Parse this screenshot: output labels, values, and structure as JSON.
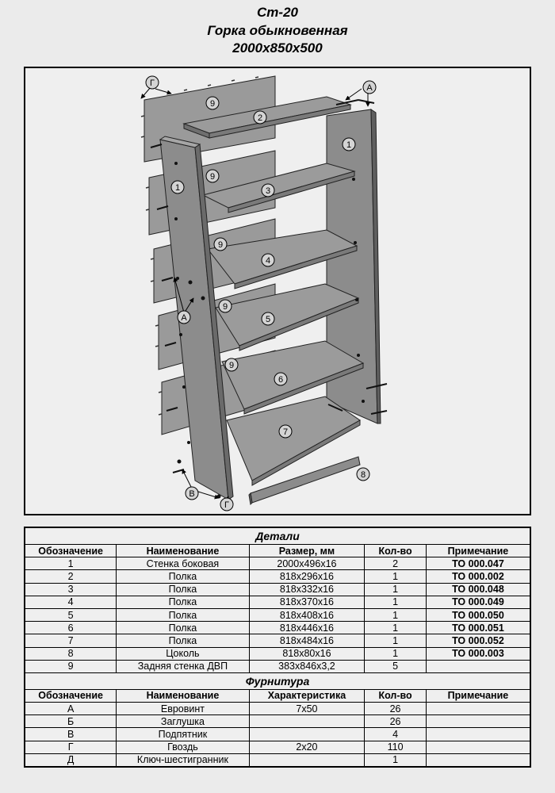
{
  "header": {
    "code": "Ст-20",
    "name": "Горка обыкновенная",
    "size": "2000x850x500"
  },
  "diagram": {
    "part_labels": {
      "p1": "1",
      "p2": "2",
      "p3": "3",
      "p4": "4",
      "p5": "5",
      "p6": "6",
      "p7": "7",
      "p8": "8",
      "p9": "9"
    },
    "hardware_labels": {
      "a": "А",
      "v": "В",
      "g": "Г"
    },
    "colors": {
      "wood": "#8c8c8c",
      "wood_dark": "#6f6f6f",
      "wood_light": "#a6a6a6",
      "panel": "#9a9a9a"
    }
  },
  "details": {
    "title": "Детали",
    "headers": [
      "Обозначение",
      "Наименование",
      "Размер, мм",
      "Кол-во",
      "Примечание"
    ],
    "rows": [
      [
        "1",
        "Стенка боковая",
        "2000x496x16",
        "2",
        "ТО 000.047"
      ],
      [
        "2",
        "Полка",
        "818x296x16",
        "1",
        "ТО 000.002"
      ],
      [
        "3",
        "Полка",
        "818x332x16",
        "1",
        "ТО 000.048"
      ],
      [
        "4",
        "Полка",
        "818x370x16",
        "1",
        "ТО 000.049"
      ],
      [
        "5",
        "Полка",
        "818x408x16",
        "1",
        "ТО 000.050"
      ],
      [
        "6",
        "Полка",
        "818x446x16",
        "1",
        "ТО 000.051"
      ],
      [
        "7",
        "Полка",
        "818x484x16",
        "1",
        "ТО 000.052"
      ],
      [
        "8",
        "Цоколь",
        "818x80x16",
        "1",
        "ТО 000.003"
      ],
      [
        "9",
        "Задняя стенка ДВП",
        "383x846x3,2",
        "5",
        ""
      ]
    ]
  },
  "hardware": {
    "title": "Фурнитура",
    "headers": [
      "Обозначение",
      "Наименование",
      "Характеристика",
      "Кол-во",
      "Примечание"
    ],
    "rows": [
      [
        "А",
        "Евровинт",
        "7x50",
        "26",
        ""
      ],
      [
        "Б",
        "Заглушка",
        "",
        "26",
        ""
      ],
      [
        "В",
        "Подпятник",
        "",
        "4",
        ""
      ],
      [
        "Г",
        "Гвоздь",
        "2x20",
        "110",
        ""
      ],
      [
        "Д",
        "Ключ-шестигранник",
        "",
        "1",
        ""
      ]
    ]
  }
}
